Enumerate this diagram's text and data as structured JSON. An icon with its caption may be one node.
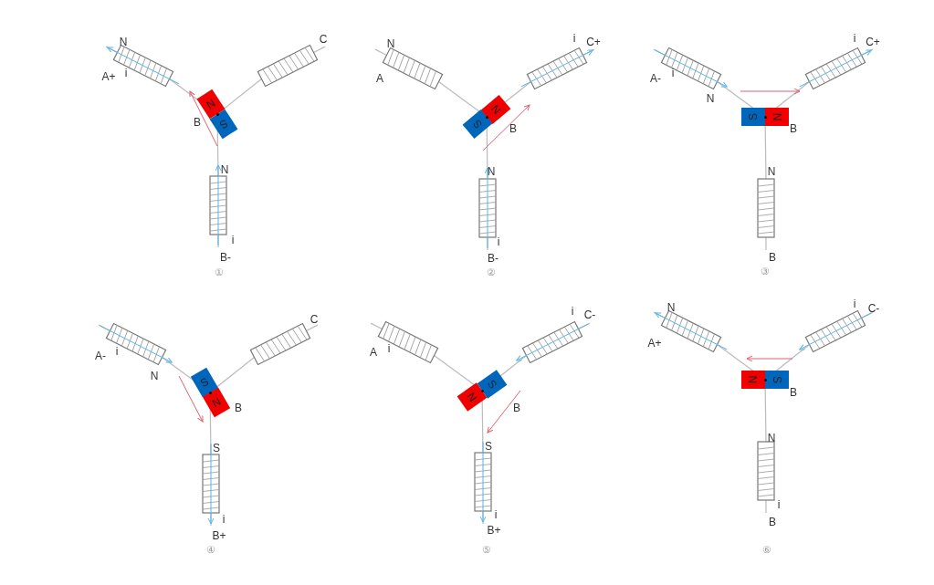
{
  "diagram": {
    "nodes": [
      {
        "text": [
          "N"
        ]
      },
      {
        "text": [
          "S"
        ]
      },
      {
        "text": [
          "N"
        ]
      },
      {
        "text": [
          "S"
        ]
      },
      {
        "text": [
          "S"
        ]
      },
      {
        "text": [
          "N"
        ]
      },
      {
        "text": [
          "S"
        ]
      },
      {
        "text": [
          "N"
        ]
      },
      {
        "text": [
          "S"
        ]
      },
      {
        "text": [
          "N"
        ]
      },
      {
        "text": [
          "N"
        ]
      },
      {
        "text": [
          "S"
        ]
      }
    ],
    "labels": [
      "N",
      "C",
      "A+",
      "i",
      "B",
      "N",
      "i",
      "B-",
      "①",
      "N",
      "A",
      "i",
      "C+",
      "B",
      "N",
      "i",
      "B-",
      "②",
      "A-",
      "i",
      "i",
      "C+",
      "N",
      "B",
      "N",
      "B",
      "③",
      "C",
      "A-",
      "i",
      "N",
      "B",
      "S",
      "i",
      "B+",
      "④",
      "i",
      "C-",
      "A",
      "i",
      "B",
      "S",
      "i",
      "B+",
      "⑤",
      "N",
      "i",
      "C-",
      "A+",
      "B",
      "N",
      "i",
      "B",
      "⑥"
    ]
  }
}
